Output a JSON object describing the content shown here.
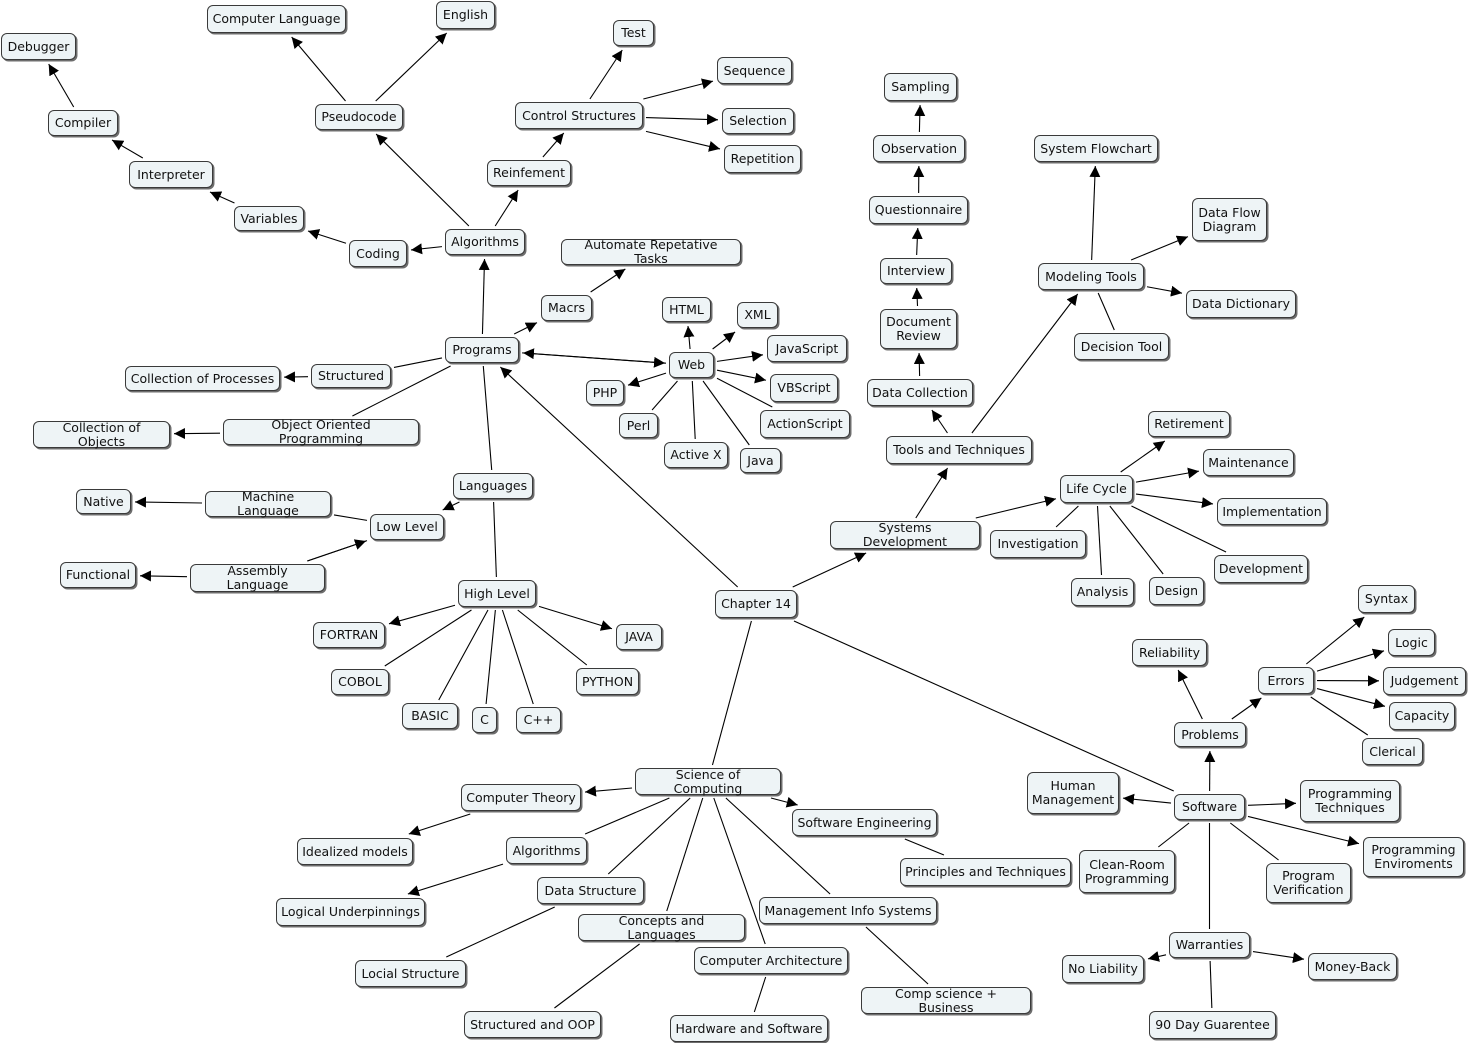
{
  "nodes": [
    {
      "id": "computer_language",
      "label": "Computer Language"
    },
    {
      "id": "english",
      "label": "English"
    },
    {
      "id": "debugger",
      "label": "Debugger"
    },
    {
      "id": "test",
      "label": "Test"
    },
    {
      "id": "sequence",
      "label": "Sequence"
    },
    {
      "id": "control_structures",
      "label": "Control Structures"
    },
    {
      "id": "selection",
      "label": "Selection"
    },
    {
      "id": "repetition",
      "label": "Repetition"
    },
    {
      "id": "pseudocode",
      "label": "Pseudocode"
    },
    {
      "id": "compiler",
      "label": "Compiler"
    },
    {
      "id": "interpreter",
      "label": "Interpreter"
    },
    {
      "id": "reinfement",
      "label": "Reinfement"
    },
    {
      "id": "variables",
      "label": "Variables"
    },
    {
      "id": "coding",
      "label": "Coding"
    },
    {
      "id": "algorithms_top",
      "label": "Algorithms"
    },
    {
      "id": "automate",
      "label": "Automate Repetative Tasks"
    },
    {
      "id": "macrs",
      "label": "Macrs"
    },
    {
      "id": "html",
      "label": "HTML"
    },
    {
      "id": "xml",
      "label": "XML"
    },
    {
      "id": "programs",
      "label": "Programs"
    },
    {
      "id": "javascript",
      "label": "JavaScript"
    },
    {
      "id": "web",
      "label": "Web"
    },
    {
      "id": "structured",
      "label": "Structured"
    },
    {
      "id": "collection_processes",
      "label": "Collection of Processes"
    },
    {
      "id": "php",
      "label": "PHP"
    },
    {
      "id": "vbscript",
      "label": "VBScript"
    },
    {
      "id": "perl",
      "label": "Perl"
    },
    {
      "id": "actionscript",
      "label": "ActionScript"
    },
    {
      "id": "oop",
      "label": "Object Oriented Programming"
    },
    {
      "id": "collection_objects",
      "label": "Collection of Objects"
    },
    {
      "id": "activex",
      "label": "Active X"
    },
    {
      "id": "java_web",
      "label": "Java"
    },
    {
      "id": "languages",
      "label": "Languages"
    },
    {
      "id": "native",
      "label": "Native"
    },
    {
      "id": "machine_language",
      "label": "Machine Language"
    },
    {
      "id": "low_level",
      "label": "Low Level"
    },
    {
      "id": "functional",
      "label": "Functional"
    },
    {
      "id": "assembly",
      "label": "Assembly Language"
    },
    {
      "id": "high_level",
      "label": "High Level"
    },
    {
      "id": "fortran",
      "label": "FORTRAN"
    },
    {
      "id": "java_hl",
      "label": "JAVA"
    },
    {
      "id": "cobol",
      "label": "COBOL"
    },
    {
      "id": "python",
      "label": "PYTHON"
    },
    {
      "id": "basic",
      "label": "BASIC"
    },
    {
      "id": "c",
      "label": "C"
    },
    {
      "id": "cpp",
      "label": "C++"
    },
    {
      "id": "chapter14",
      "label": "Chapter 14"
    },
    {
      "id": "sampling",
      "label": "Sampling"
    },
    {
      "id": "observation",
      "label": "Observation"
    },
    {
      "id": "system_flowchart",
      "label": "System Flowchart"
    },
    {
      "id": "questionnaire",
      "label": "Questionnaire"
    },
    {
      "id": "dfd",
      "label": "Data Flow\nDiagram"
    },
    {
      "id": "interview",
      "label": "Interview"
    },
    {
      "id": "modeling_tools",
      "label": "Modeling Tools"
    },
    {
      "id": "data_dictionary",
      "label": "Data Dictionary"
    },
    {
      "id": "document_review",
      "label": "Document\nReview"
    },
    {
      "id": "decision_tool",
      "label": "Decision Tool"
    },
    {
      "id": "data_collection",
      "label": "Data Collection"
    },
    {
      "id": "retirement",
      "label": "Retirement"
    },
    {
      "id": "tools_techniques",
      "label": "Tools and Techniques"
    },
    {
      "id": "maintenance",
      "label": "Maintenance"
    },
    {
      "id": "life_cycle",
      "label": "Life Cycle"
    },
    {
      "id": "implementation",
      "label": "Implementation"
    },
    {
      "id": "systems_development",
      "label": "Systems Development"
    },
    {
      "id": "investigation",
      "label": "Investigation"
    },
    {
      "id": "development",
      "label": "Development"
    },
    {
      "id": "analysis",
      "label": "Analysis"
    },
    {
      "id": "design",
      "label": "Design"
    },
    {
      "id": "syntax",
      "label": "Syntax"
    },
    {
      "id": "reliability",
      "label": "Reliability"
    },
    {
      "id": "logic",
      "label": "Logic"
    },
    {
      "id": "errors",
      "label": "Errors"
    },
    {
      "id": "judgement",
      "label": "Judgement"
    },
    {
      "id": "capacity",
      "label": "Capacity"
    },
    {
      "id": "problems",
      "label": "Problems"
    },
    {
      "id": "clerical",
      "label": "Clerical"
    },
    {
      "id": "human_management",
      "label": "Human\nManagement"
    },
    {
      "id": "software",
      "label": "Software"
    },
    {
      "id": "prog_techniques",
      "label": "Programming\nTechniques"
    },
    {
      "id": "prog_environments",
      "label": "Programming\nEnviroments"
    },
    {
      "id": "cleanroom",
      "label": "Clean-Room\nProgramming"
    },
    {
      "id": "program_verification",
      "label": "Program\nVerification"
    },
    {
      "id": "science_computing",
      "label": "Science of Computing"
    },
    {
      "id": "computer_theory",
      "label": "Computer Theory"
    },
    {
      "id": "software_engineering",
      "label": "Software Engineering"
    },
    {
      "id": "idealized_models",
      "label": "Idealized models"
    },
    {
      "id": "algorithms_sc",
      "label": "Algorithms"
    },
    {
      "id": "principles_techniques",
      "label": "Principles and Techniques"
    },
    {
      "id": "data_structure",
      "label": "Data Structure"
    },
    {
      "id": "logical_underpinnings",
      "label": "Logical Underpinnings"
    },
    {
      "id": "mis",
      "label": "Management Info Systems"
    },
    {
      "id": "concepts_languages",
      "label": "Concepts and Languages"
    },
    {
      "id": "warranties",
      "label": "Warranties"
    },
    {
      "id": "computer_architecture",
      "label": "Computer Architecture"
    },
    {
      "id": "no_liability",
      "label": "No Liability"
    },
    {
      "id": "money_back",
      "label": "Money-Back"
    },
    {
      "id": "locial_structure",
      "label": "Locial Structure"
    },
    {
      "id": "comp_science_business",
      "label": "Comp science + Business"
    },
    {
      "id": "structured_oop",
      "label": "Structured and OOP"
    },
    {
      "id": "hardware_software",
      "label": "Hardware and Software"
    },
    {
      "id": "ninety_day",
      "label": "90 Day Guarentee"
    }
  ],
  "edges": [
    [
      "chapter14",
      "programs",
      true
    ],
    [
      "chapter14",
      "systems_development",
      true
    ],
    [
      "chapter14",
      "science_computing",
      false
    ],
    [
      "chapter14",
      "software",
      false
    ],
    [
      "programs",
      "algorithms_top",
      true
    ],
    [
      "programs",
      "macrs",
      true
    ],
    [
      "programs",
      "web",
      true
    ],
    [
      "web",
      "programs",
      true
    ],
    [
      "programs",
      "structured",
      false
    ],
    [
      "structured",
      "collection_processes",
      true
    ],
    [
      "programs",
      "oop",
      false
    ],
    [
      "oop",
      "collection_objects",
      true
    ],
    [
      "programs",
      "languages",
      false
    ],
    [
      "macrs",
      "automate",
      true
    ],
    [
      "web",
      "html",
      true
    ],
    [
      "web",
      "xml",
      true
    ],
    [
      "web",
      "javascript",
      true
    ],
    [
      "web",
      "vbscript",
      true
    ],
    [
      "web",
      "php",
      true
    ],
    [
      "web",
      "actionscript",
      false
    ],
    [
      "web",
      "perl",
      false
    ],
    [
      "web",
      "activex",
      false
    ],
    [
      "web",
      "java_web",
      false
    ],
    [
      "algorithms_top",
      "pseudocode",
      true
    ],
    [
      "algorithms_top",
      "reinfement",
      true
    ],
    [
      "algorithms_top",
      "coding",
      true
    ],
    [
      "pseudocode",
      "computer_language",
      true
    ],
    [
      "pseudocode",
      "english",
      true
    ],
    [
      "reinfement",
      "control_structures",
      true
    ],
    [
      "control_structures",
      "test",
      true
    ],
    [
      "control_structures",
      "sequence",
      true
    ],
    [
      "control_structures",
      "selection",
      true
    ],
    [
      "control_structures",
      "repetition",
      true
    ],
    [
      "coding",
      "variables",
      true
    ],
    [
      "variables",
      "interpreter",
      true
    ],
    [
      "interpreter",
      "compiler",
      true
    ],
    [
      "compiler",
      "debugger",
      true
    ],
    [
      "languages",
      "low_level",
      true
    ],
    [
      "languages",
      "high_level",
      false
    ],
    [
      "low_level",
      "machine_language",
      false
    ],
    [
      "low_level",
      "assembly",
      false
    ],
    [
      "machine_language",
      "native",
      true
    ],
    [
      "assembly",
      "functional",
      true
    ],
    [
      "assembly",
      "low_level",
      true
    ],
    [
      "high_level",
      "fortran",
      true
    ],
    [
      "high_level",
      "java_hl",
      true
    ],
    [
      "high_level",
      "cobol",
      false
    ],
    [
      "high_level",
      "python",
      false
    ],
    [
      "high_level",
      "basic",
      false
    ],
    [
      "high_level",
      "c",
      false
    ],
    [
      "high_level",
      "cpp",
      false
    ],
    [
      "systems_development",
      "tools_techniques",
      true
    ],
    [
      "systems_development",
      "life_cycle",
      true
    ],
    [
      "tools_techniques",
      "data_collection",
      true
    ],
    [
      "tools_techniques",
      "modeling_tools",
      true
    ],
    [
      "data_collection",
      "document_review",
      true
    ],
    [
      "document_review",
      "interview",
      true
    ],
    [
      "interview",
      "questionnaire",
      true
    ],
    [
      "questionnaire",
      "observation",
      true
    ],
    [
      "observation",
      "sampling",
      true
    ],
    [
      "modeling_tools",
      "system_flowchart",
      true
    ],
    [
      "modeling_tools",
      "dfd",
      true
    ],
    [
      "modeling_tools",
      "data_dictionary",
      true
    ],
    [
      "modeling_tools",
      "decision_tool",
      false
    ],
    [
      "life_cycle",
      "retirement",
      true
    ],
    [
      "life_cycle",
      "maintenance",
      true
    ],
    [
      "life_cycle",
      "implementation",
      true
    ],
    [
      "life_cycle",
      "development",
      false
    ],
    [
      "life_cycle",
      "design",
      false
    ],
    [
      "life_cycle",
      "analysis",
      false
    ],
    [
      "life_cycle",
      "investigation",
      false
    ],
    [
      "software",
      "problems",
      true
    ],
    [
      "problems",
      "reliability",
      true
    ],
    [
      "problems",
      "errors",
      true
    ],
    [
      "errors",
      "syntax",
      true
    ],
    [
      "errors",
      "logic",
      true
    ],
    [
      "errors",
      "judgement",
      true
    ],
    [
      "errors",
      "capacity",
      true
    ],
    [
      "errors",
      "clerical",
      false
    ],
    [
      "software",
      "human_management",
      true
    ],
    [
      "software",
      "prog_techniques",
      true
    ],
    [
      "software",
      "prog_environments",
      true
    ],
    [
      "software",
      "cleanroom",
      false
    ],
    [
      "software",
      "program_verification",
      false
    ],
    [
      "software",
      "warranties",
      false
    ],
    [
      "warranties",
      "no_liability",
      true
    ],
    [
      "warranties",
      "money_back",
      true
    ],
    [
      "warranties",
      "ninety_day",
      false
    ],
    [
      "science_computing",
      "computer_theory",
      true
    ],
    [
      "science_computing",
      "software_engineering",
      true
    ],
    [
      "science_computing",
      "algorithms_sc",
      false
    ],
    [
      "science_computing",
      "data_structure",
      false
    ],
    [
      "science_computing",
      "concepts_languages",
      false
    ],
    [
      "science_computing",
      "computer_architecture",
      false
    ],
    [
      "science_computing",
      "mis",
      false
    ],
    [
      "computer_theory",
      "idealized_models",
      true
    ],
    [
      "algorithms_sc",
      "logical_underpinnings",
      true
    ],
    [
      "software_engineering",
      "principles_techniques",
      false
    ],
    [
      "data_structure",
      "locial_structure",
      false
    ],
    [
      "concepts_languages",
      "structured_oop",
      false
    ],
    [
      "computer_architecture",
      "hardware_software",
      false
    ],
    [
      "mis",
      "comp_science_business",
      false
    ]
  ]
}
